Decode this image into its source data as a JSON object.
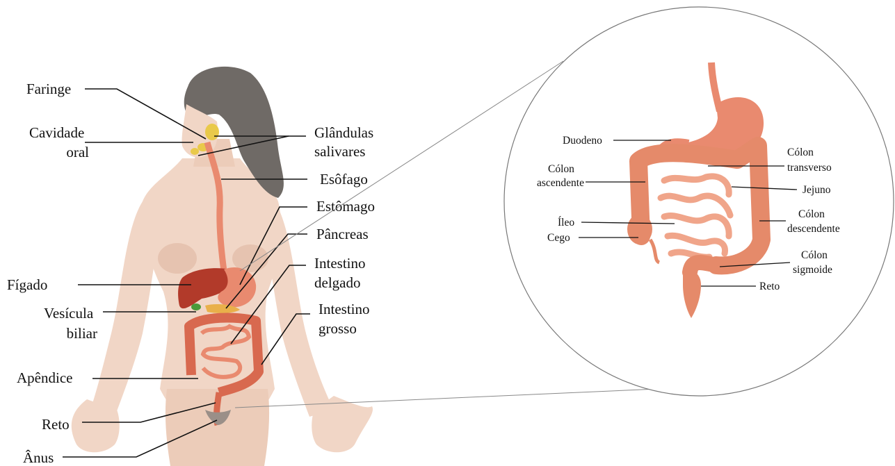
{
  "colors": {
    "skin": "#f1d6c6",
    "skin_shadow": "#e3bba6",
    "hair": "#6f6a66",
    "organ": "#e98a6f",
    "organ_dark": "#c8553f",
    "liver": "#b23a2a",
    "gallbladder": "#4a9a3a",
    "gland": "#e9c94a",
    "circle_stroke": "#777777",
    "label": "#111111"
  },
  "body_labels": {
    "faringe": "Faringe",
    "cavidade": "Cavidade",
    "oral": "oral",
    "glandulas": "Glândulas",
    "salivares": "salivares",
    "esofago": "Esôfago",
    "estomago": "Estômago",
    "pancreas": "Pâncreas",
    "intestino1": "Intestino",
    "delgado": "delgado",
    "figado": "Fígado",
    "vesicula": "Vesícula",
    "biliar": "biliar",
    "intestino2": "Intestino",
    "grosso": "grosso",
    "apendice": "Apêndice",
    "reto": "Reto",
    "anus": "Ânus"
  },
  "zoom_labels": {
    "duodeno": "Duodeno",
    "colon_t1": "Cólon",
    "colon_t2": "transverso",
    "colon_a1": "Cólon",
    "colon_a2": "ascendente",
    "jejuno": "Jejuno",
    "colon_d1": "Cólon",
    "colon_d2": "descendente",
    "ileo": "Íleo",
    "cego": "Cego",
    "colon_s1": "Cólon",
    "colon_s2": "sigmoide",
    "reto": "Reto"
  }
}
